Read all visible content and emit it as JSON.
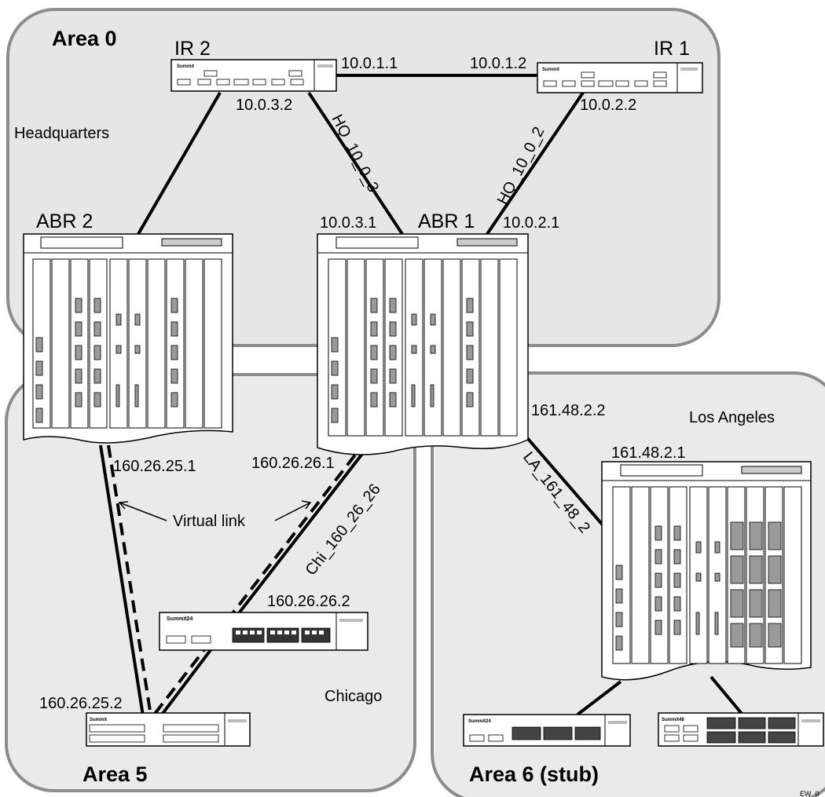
{
  "areas": {
    "area0": "Area 0",
    "area5": "Area 5",
    "area6": "Area 6 (stub)"
  },
  "locations": {
    "headquarters": "Headquarters",
    "chicago": "Chicago",
    "los_angeles": "Los Angeles"
  },
  "routers": {
    "ir2": "IR 2",
    "ir1": "IR 1",
    "abr2": "ABR 2",
    "abr1": "ABR 1"
  },
  "addresses": {
    "a_10_0_1_1": "10.0.1.1",
    "a_10_0_1_2": "10.0.1.2",
    "a_10_0_3_2": "10.0.3.2",
    "a_10_0_2_2": "10.0.2.2",
    "a_10_0_3_1": "10.0.3.1",
    "a_10_0_2_1": "10.0.2.1",
    "a_161_48_2_2": "161.48.2.2",
    "a_161_48_2_1": "161.48.2.1",
    "a_160_26_25_1": "160.26.25.1",
    "a_160_26_26_1": "160.26.26.1",
    "a_160_26_26_2": "160.26.26.2",
    "a_160_26_25_2": "160.26.25.2"
  },
  "links": {
    "hq_10_0_3": "HQ_10_0_3",
    "hq_10_0_2": "HQ_10_0_2",
    "la_161_48_2": "LA_161_48_2",
    "chi_160_26_26": "Chi_160_26_26"
  },
  "virtual_link": "Virtual link",
  "figure_id": "EW_0",
  "switch_brand": {
    "summit": "Summit",
    "summit24": "Summit24",
    "summit48": "Summit48"
  },
  "colors": {
    "area_fill": "#e6e6e6",
    "area_stroke": "#8c8c8c",
    "line": "#000000"
  }
}
